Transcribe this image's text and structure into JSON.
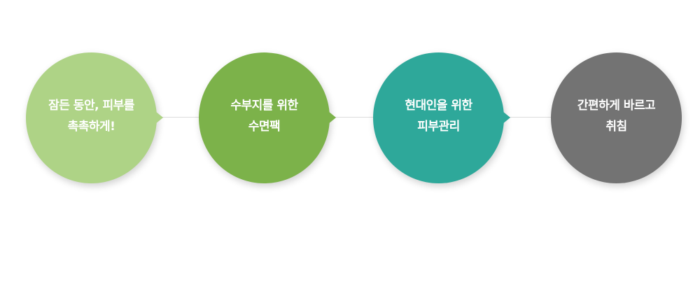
{
  "steps": [
    {
      "line1": "잠든 동안, 피부를",
      "line2": "촉촉하게!",
      "color": "#aed386"
    },
    {
      "line1": "수부지를 위한",
      "line2": "수면팩",
      "color": "#7cb24a"
    },
    {
      "line1": "현대인을 위한",
      "line2": "피부관리",
      "color": "#2ea89a"
    },
    {
      "line1": "간편하게 바르고",
      "line2": "취침",
      "color": "#737373"
    }
  ]
}
